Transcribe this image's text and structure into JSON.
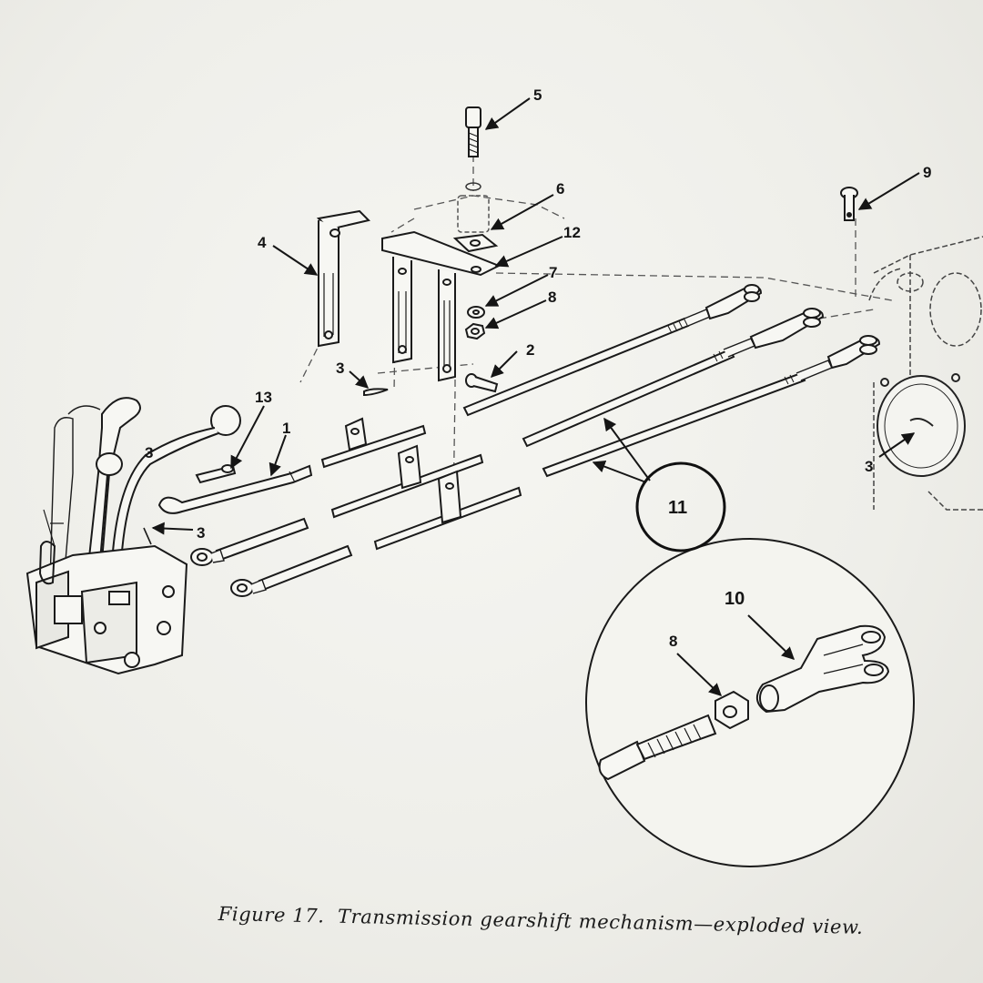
{
  "caption": {
    "figure": "Figure 17.",
    "text": "Transmission gearshift mechanism—exploded view."
  },
  "callouts": {
    "c1": "1",
    "c2": "2",
    "c3a": "3",
    "c3b": "3",
    "c3c": "3",
    "c3d": "3",
    "c4": "4",
    "c5": "5",
    "c6": "6",
    "c7": "7",
    "c8a": "8",
    "c8b": "8",
    "c9": "9",
    "c10": "10",
    "c11": "11",
    "c12": "12",
    "c13": "13"
  }
}
